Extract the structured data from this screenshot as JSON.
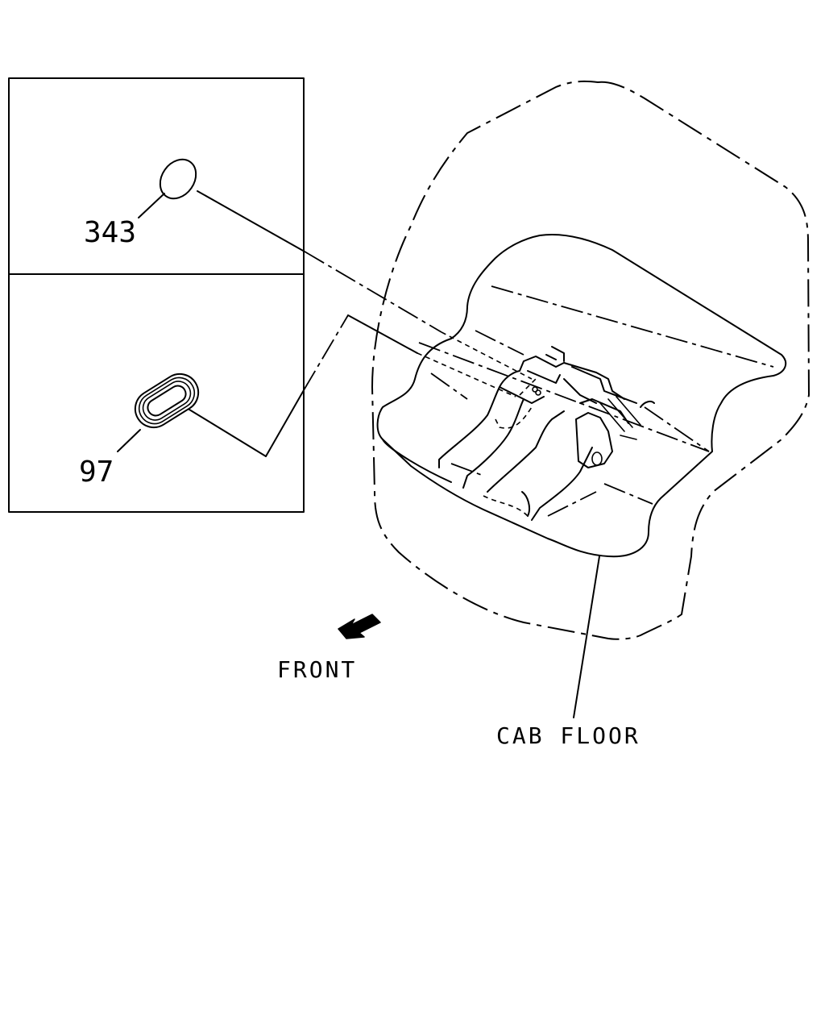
{
  "diagram": {
    "parts": [
      {
        "ref": "343",
        "shape": "oval plug"
      },
      {
        "ref": "97",
        "shape": "oval grommet"
      }
    ],
    "labels": {
      "cab_floor": "CAB FLOOR",
      "front": "FRONT"
    },
    "icons": {
      "front_arrow": "arrow-down-left-icon"
    }
  }
}
